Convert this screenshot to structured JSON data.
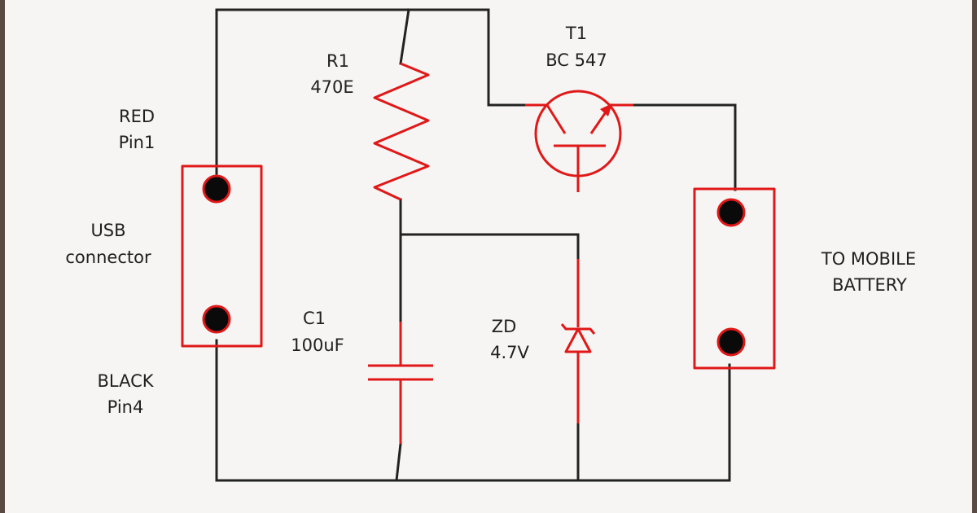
{
  "title": "",
  "colors": {
    "wire": "#222222",
    "component": "#e01818",
    "pin_dot": "#0a0a0a",
    "background": "#f7f5f3",
    "frame": "#5a4a44"
  },
  "labels": {
    "usb_red": {
      "line1": "RED",
      "line2": "Pin1"
    },
    "usb_connector": {
      "line1": "USB",
      "line2": "connector"
    },
    "usb_black": {
      "line1": "BLACK",
      "line2": "Pin4"
    },
    "r1": {
      "name": "R1",
      "value": "470E"
    },
    "t1": {
      "name": "T1",
      "value": "BC 547"
    },
    "c1": {
      "name": "C1",
      "value": "100uF"
    },
    "zd": {
      "name": "ZD",
      "value": "4.7V"
    },
    "output": {
      "line1": "TO MOBILE",
      "line2": "BATTERY"
    }
  },
  "components": [
    {
      "id": "usb_connector",
      "type": "connector",
      "pins": [
        "Pin1",
        "Pin4"
      ]
    },
    {
      "id": "R1",
      "type": "resistor",
      "value": "470E"
    },
    {
      "id": "T1",
      "type": "npn-transistor",
      "value": "BC 547"
    },
    {
      "id": "C1",
      "type": "capacitor",
      "value": "100uF"
    },
    {
      "id": "ZD",
      "type": "zener-diode",
      "value": "4.7V"
    },
    {
      "id": "battery_connector",
      "type": "connector",
      "pins": 2
    }
  ]
}
